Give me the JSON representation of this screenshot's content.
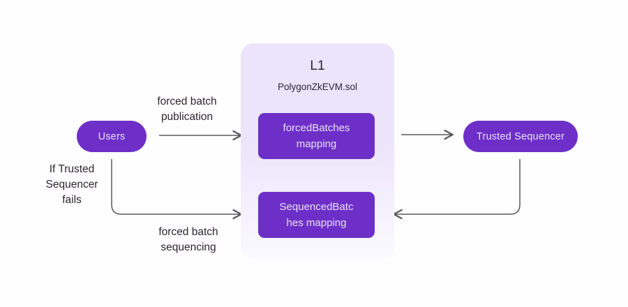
{
  "colors": {
    "purple": "#6d2fc7",
    "container-top": "#ece4fa",
    "container-bottom": "#fbfaff",
    "line": "#58585c",
    "text-dark": "#2b2433",
    "text-light": "#eae2f9",
    "background": "#fefefe"
  },
  "diagram": {
    "users": {
      "label": "Users"
    },
    "l1": {
      "title": "L1",
      "subtitle": "PolygonZkEVM.sol",
      "forced_batches": {
        "line1": "forcedBatches",
        "line2": "mapping"
      },
      "sequenced_batches": {
        "line1": "SequencedBatc",
        "line2": "hes mapping"
      }
    },
    "trusted_sequencer": {
      "label": "Trusted Sequencer"
    },
    "edges": {
      "publication": "forced batch publication",
      "sequencing": "forced batch sequencing",
      "fallback": "If Trusted Sequencer fails"
    }
  }
}
